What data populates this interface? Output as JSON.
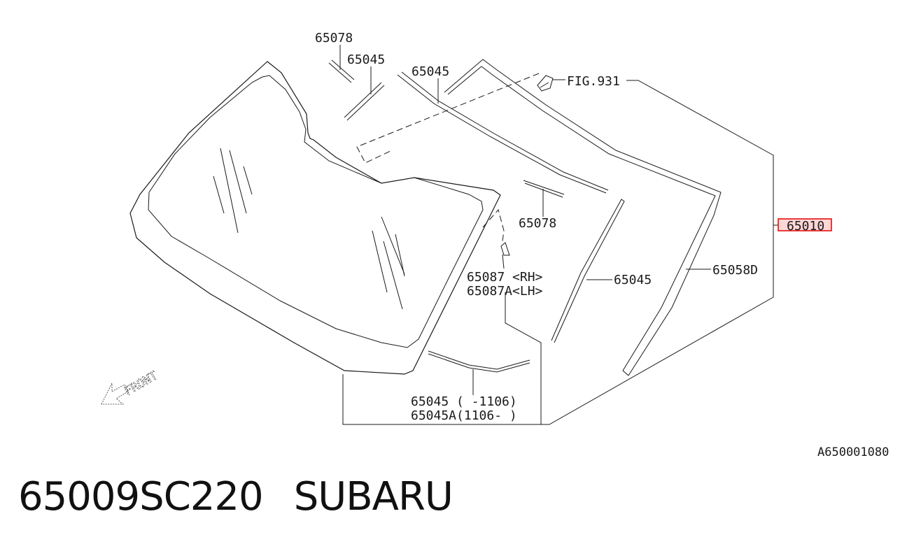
{
  "labels": {
    "l65078_top": "65078",
    "l65045_a": "65045",
    "l65045_b": "65045",
    "fig": "FIG.931",
    "l65010": "65010",
    "l65078_mid": "65078",
    "l65087_rh": "65087 <RH>",
    "l65087a_lh": "65087A<LH>",
    "l65045_c": "65045",
    "l65058d": "65058D",
    "l65045_d": "65045 ( -1106)",
    "l65045a": "65045A(1106- )",
    "front": "FRONT"
  },
  "reference_code": "A650001080",
  "part": {
    "number": "65009SC220",
    "brand": "SUBARU"
  },
  "colors": {
    "line": "#1a1a1a",
    "highlight_stroke": "#e00000",
    "highlight_fill": "#ffd6d6"
  }
}
